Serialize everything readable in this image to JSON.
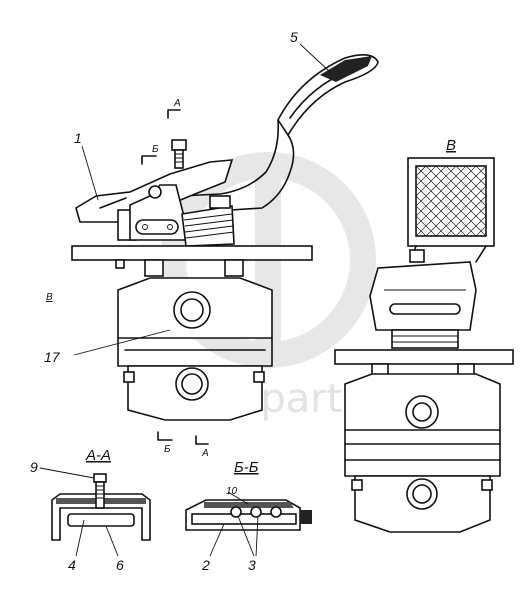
{
  "labels": {
    "l1": "1",
    "l5": "5",
    "l17": "17",
    "l9": "9",
    "l4": "4",
    "l6": "6",
    "l2": "2",
    "l3": "3",
    "l10": "10"
  },
  "sections": {
    "aa": "А-А",
    "bb": "Б-Б",
    "v": "В"
  },
  "markers": {
    "a_top": "А",
    "b_top": "Б",
    "v_side": "В",
    "b_bottom": "Б",
    "a_bottom": "А"
  },
  "watermark": "detta-parts"
}
